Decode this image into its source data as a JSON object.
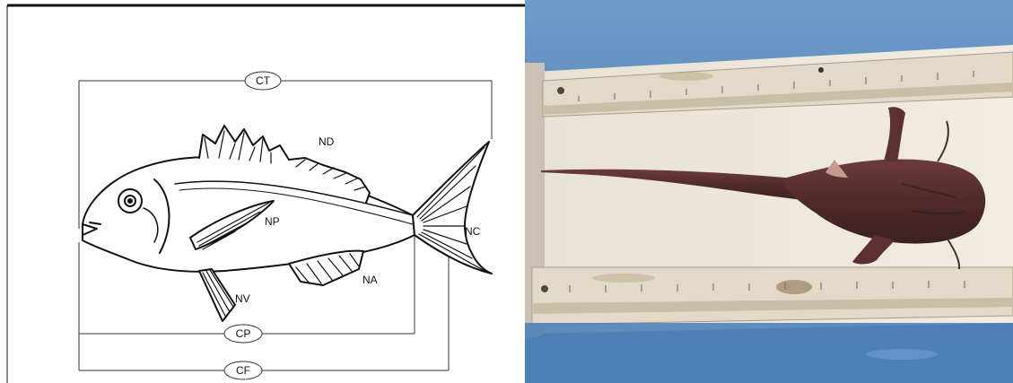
{
  "diagram": {
    "labels": {
      "ct": "CT",
      "nd": "ND",
      "np": "NP",
      "nc": "NC",
      "na": "NA",
      "nv": "NV",
      "cp": "CP",
      "cf": "CF"
    }
  },
  "photo": {
    "subject": "catfish-specimen-on-measuring-board"
  },
  "colors": {
    "ink": "#111111",
    "board": "#ece6da",
    "ruler": "#d8d0c0",
    "water": "#4d7fb0",
    "fish": "#5a3030"
  }
}
